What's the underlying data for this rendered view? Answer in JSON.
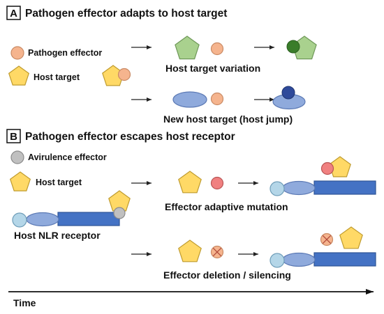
{
  "colors": {
    "pathogen_effector": "#F5B48E",
    "pathogen_effector_stroke": "#C98A64",
    "host_target": "#FFD966",
    "host_target_stroke": "#BF9B2E",
    "variant_target": "#A9D18E",
    "variant_target_stroke": "#6E9858",
    "dark_green": "#3A7D2A",
    "new_host_target": "#8FAADC",
    "new_host_target_stroke": "#5B79B4",
    "dark_blue": "#2F4A9A",
    "avirulence_effector": "#C0C0C0",
    "mutated_effector": "#F08080",
    "mutated_effector_stroke": "#B85454",
    "nlr_circle": "#B4D6E8",
    "nlr_mid": "#8FAADC",
    "nlr_bar": "#4472C4",
    "nlr_bar_stroke": "#2F5597"
  },
  "panelA": {
    "letter": "A",
    "title": "Pathogen effector adapts to host target",
    "legend": {
      "effector": "Pathogen effector",
      "target": "Host target"
    },
    "caption_variation": "Host target variation",
    "caption_jump": "New host target (host jump)"
  },
  "panelB": {
    "letter": "B",
    "title": "Pathogen effector escapes host receptor",
    "legend": {
      "avirulence": "Avirulence effector",
      "target": "Host target"
    },
    "receptor_label": "Host NLR receptor",
    "caption_mutation": "Effector adaptive mutation",
    "caption_deletion": "Effector deletion / silencing"
  },
  "time_axis": {
    "label": "Time"
  }
}
